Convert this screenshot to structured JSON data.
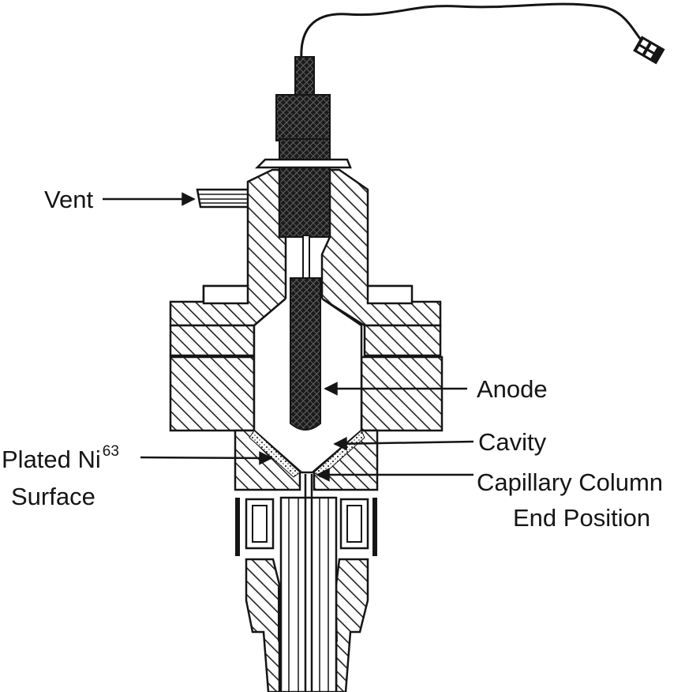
{
  "labels": {
    "vent": "Vent",
    "anode": "Anode",
    "cavity": "Cavity",
    "plated_ni": "Plated Ni",
    "plated_ni_sup": "63",
    "surface": "Surface",
    "capillary_line1": "Capillary Column",
    "capillary_line2": "End Position"
  },
  "colors": {
    "ink": "#151515",
    "paper": "#ffffff",
    "hatch": "#222222"
  },
  "icons": {
    "connector": "electrical-plug-icon",
    "arrow": "arrow-head"
  }
}
